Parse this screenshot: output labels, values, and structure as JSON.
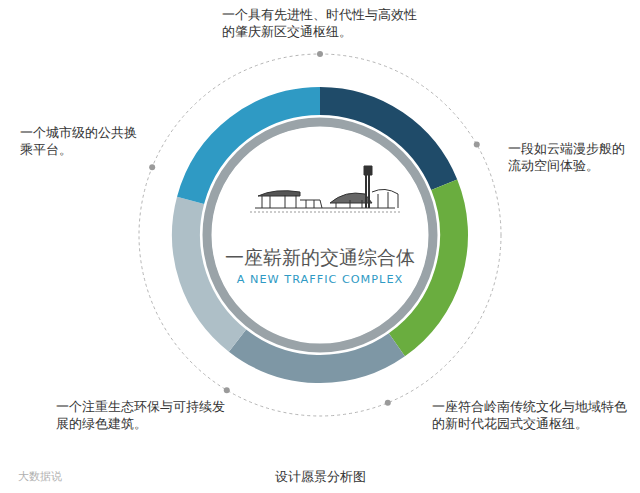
{
  "diagram": {
    "caption": "设计愿景分析图",
    "nodes": [
      {
        "text": [
          "一座崭新的交通综合体",
          "A NEW TRAFFIC COMPLEX"
        ]
      }
    ],
    "labels": [
      "一个具有先进性、时代性与高效性的肇庆新区交通枢纽。",
      "一段如云端漫步般的流动空间体验。",
      "一座符合岭南传统文化与地域特色的新时代花园式交通枢纽。",
      "一个注重生态环保与可持续发展的绿色建筑。",
      "一个城市级的公共换乘平台。",
      "大数据说"
    ]
  }
}
